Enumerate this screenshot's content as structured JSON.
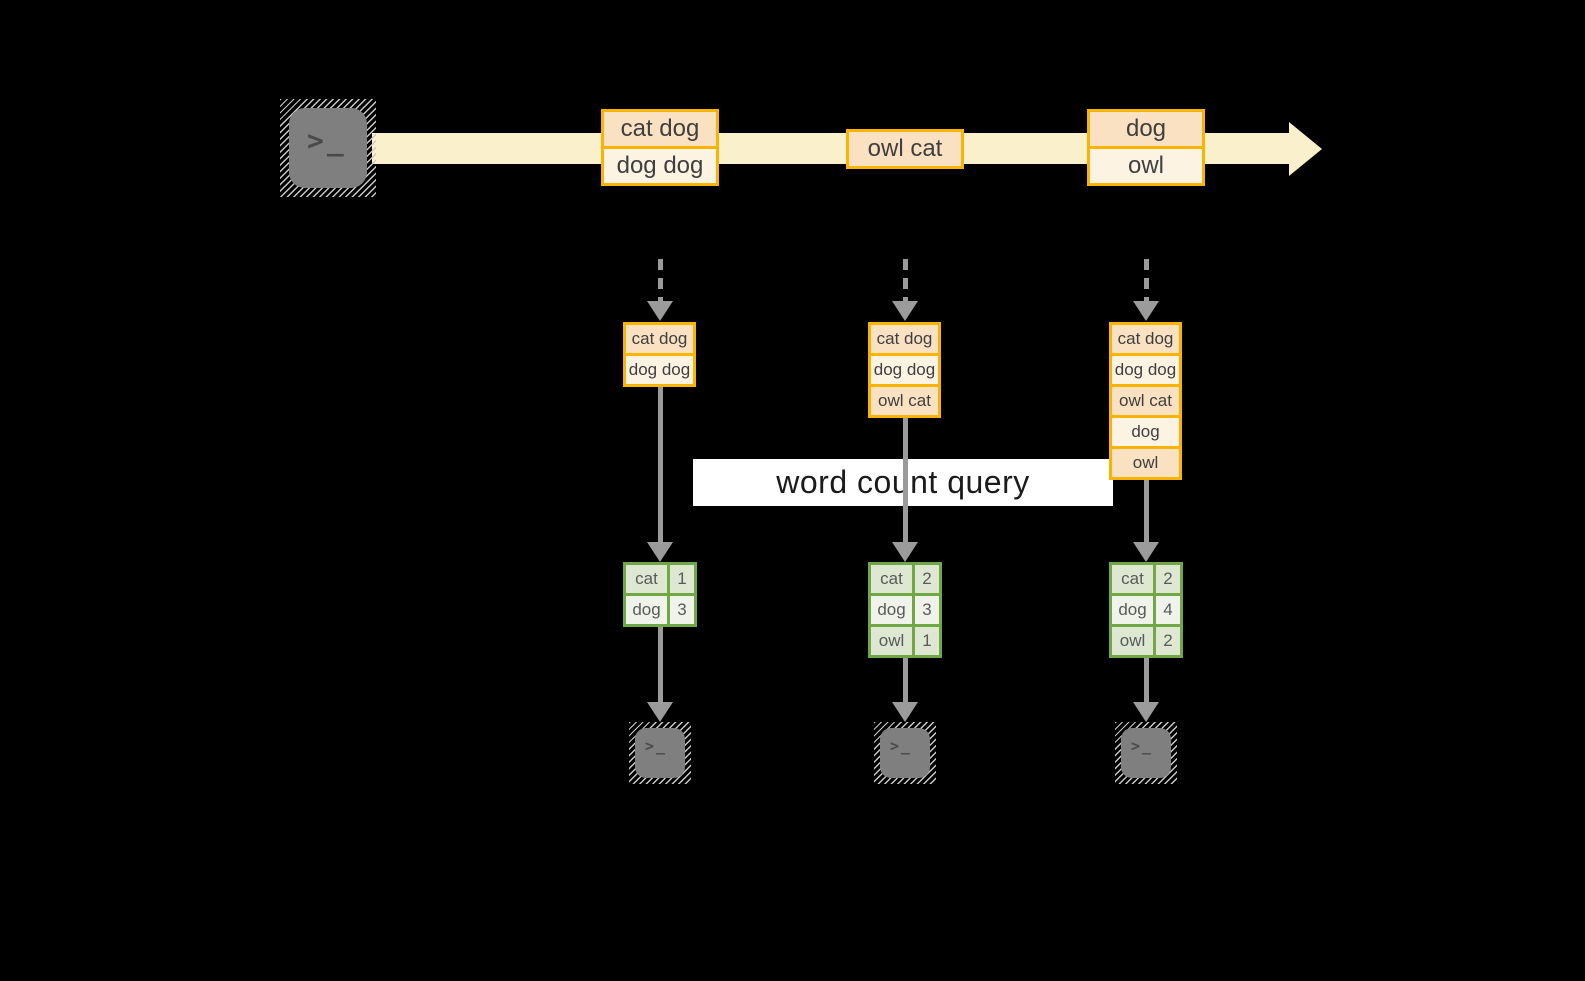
{
  "banner": {
    "label": "word count query"
  },
  "icons": {
    "terminal_glyph": ">_"
  },
  "stream": {
    "batches": [
      {
        "rows": [
          "cat dog",
          "dog dog"
        ]
      },
      {
        "rows": [
          "owl cat"
        ]
      },
      {
        "rows": [
          "dog",
          "owl"
        ]
      }
    ]
  },
  "states": [
    {
      "rows": [
        "cat dog",
        "dog dog"
      ]
    },
    {
      "rows": [
        "cat dog",
        "dog dog",
        "owl cat"
      ]
    },
    {
      "rows": [
        "cat dog",
        "dog dog",
        "owl cat",
        "dog",
        "owl"
      ]
    }
  ],
  "counts": [
    {
      "rows": [
        {
          "word": "cat",
          "count": "1"
        },
        {
          "word": "dog",
          "count": "3"
        }
      ]
    },
    {
      "rows": [
        {
          "word": "cat",
          "count": "2"
        },
        {
          "word": "dog",
          "count": "3"
        },
        {
          "word": "owl",
          "count": "1"
        }
      ]
    },
    {
      "rows": [
        {
          "word": "cat",
          "count": "2"
        },
        {
          "word": "dog",
          "count": "4"
        },
        {
          "word": "owl",
          "count": "2"
        }
      ]
    }
  ],
  "colors": {
    "background": "#000000",
    "stream_band": "#FAF1CC",
    "record_border_orange": "#F8B400",
    "record_cell_peach": "#FAE1C2",
    "record_cell_cream": "#FDF3E3",
    "table_border_green": "#6FA844",
    "table_cell_dark": "#DDE7D2",
    "table_cell_light": "#EFF3EA",
    "arrow_gray": "#9B9B9B",
    "terminal_gray": "#7F7F7F",
    "banner_bg": "#FFFFFF",
    "banner_text": "#1B1B1B"
  }
}
